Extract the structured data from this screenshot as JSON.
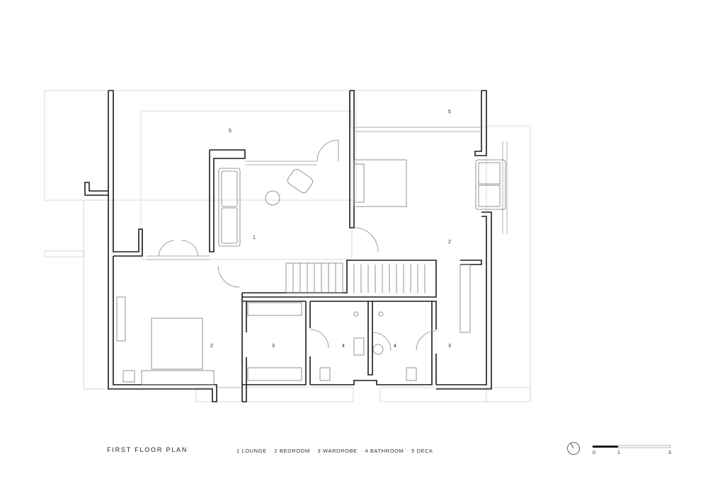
{
  "title": "FIRST FLOOR PLAN",
  "legend": [
    {
      "number": "1",
      "label": "LOUNGE"
    },
    {
      "number": "2",
      "label": "BEDROOM"
    },
    {
      "number": "3",
      "label": "WARDROBE"
    },
    {
      "number": "4",
      "label": "BATHROOM"
    },
    {
      "number": "5",
      "label": "DECK"
    }
  ],
  "legend_text": {
    "l1": "1 LOUNGE",
    "l2": "2 BEDROOM",
    "l3": "3 WARDROBE",
    "l4": "4 BATHROOM",
    "l5": "5 DECK"
  },
  "room_labels": {
    "deck_left": "5",
    "deck_right": "5",
    "lounge": "1",
    "bedroom_right": "2",
    "bedroom_left": "2",
    "wardrobe_mid": "3",
    "bathroom_a": "4",
    "bathroom_b": "4",
    "wardrobe_right": "3"
  },
  "scale_bar": {
    "ticks": [
      "0",
      "1",
      "3"
    ],
    "unit_max": 3
  },
  "north_arrow": "north-arrow-icon"
}
